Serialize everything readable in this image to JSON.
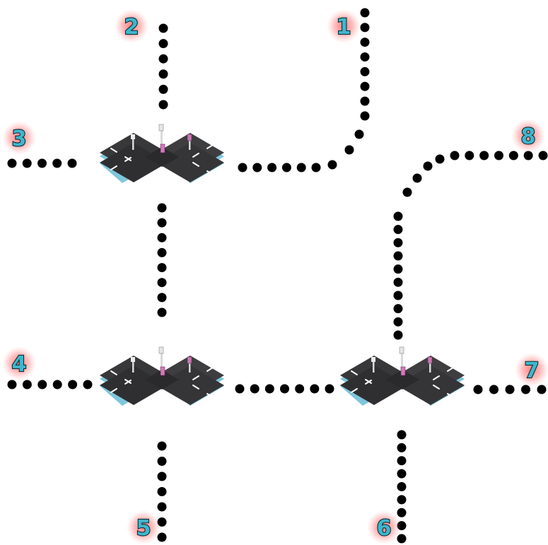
{
  "diagram": {
    "colors": {
      "dots": "#000000",
      "label_fill": "#3fb6cc",
      "label_outline": "#0b2a33",
      "label_glow": "#ff6b6b",
      "road_surface": "#3b3b3d",
      "road_edge": "#8fd3e8",
      "lane_marking": "#ffffff"
    },
    "labels": [
      "1",
      "2",
      "3",
      "4",
      "5",
      "6",
      "7",
      "8"
    ],
    "intersections": [
      "top-left",
      "bottom-left",
      "bottom-right"
    ],
    "intersection_icon": "four-way-road-intersection-with-traffic-lights"
  }
}
